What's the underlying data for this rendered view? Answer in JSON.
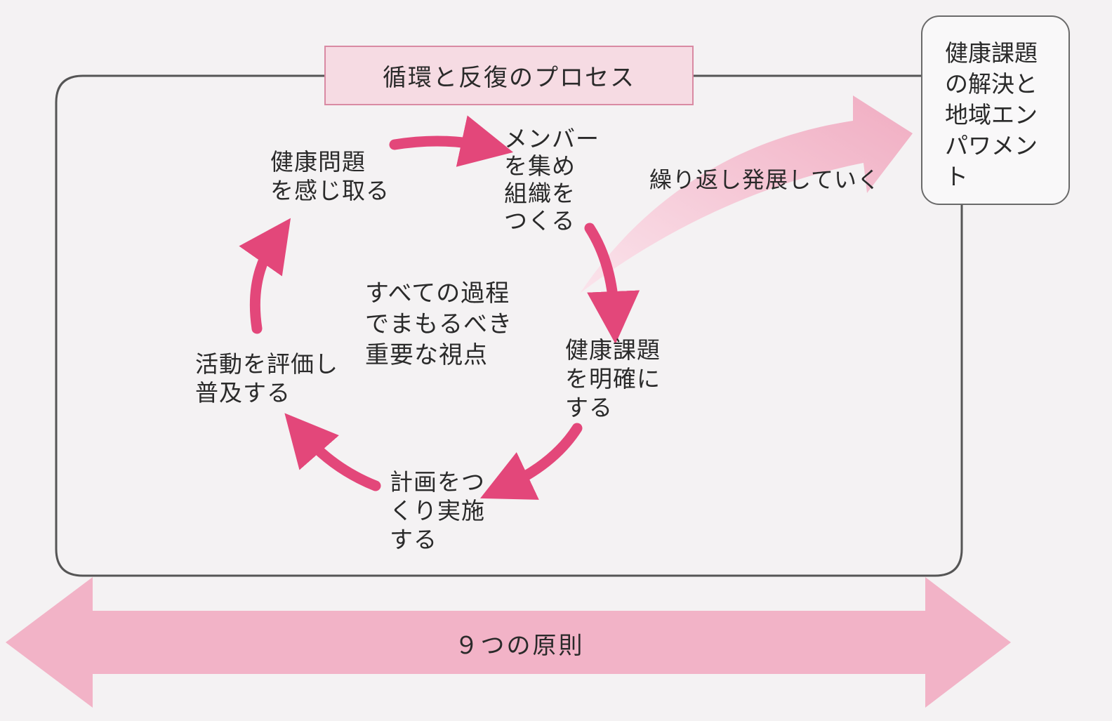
{
  "title": "循環と反復のプロセス",
  "goal": "健康課題\nの解決と\n地域エン\nパワメン\nト",
  "develop_label": "繰り返し発展していく",
  "center_label": "すべての過程\nでまもるべき\n重要な視点",
  "steps": [
    {
      "label": "健康問題\nを感じ取る"
    },
    {
      "label": "メンバー\nを集め\n組織を\nつくる"
    },
    {
      "label": "健康課題\nを明確に\nする"
    },
    {
      "label": "計画をつ\nくり実施\nする"
    },
    {
      "label": "活動を評価し\n普及する"
    }
  ],
  "principles_label": "９つの原則",
  "colors": {
    "cycle_arrow": "#e3477a",
    "develop_arrow": "#f4b9cc",
    "principles_arrow": "#f2b3c7",
    "title_fill": "#f6dbe3",
    "frame_stroke": "#555555"
  }
}
